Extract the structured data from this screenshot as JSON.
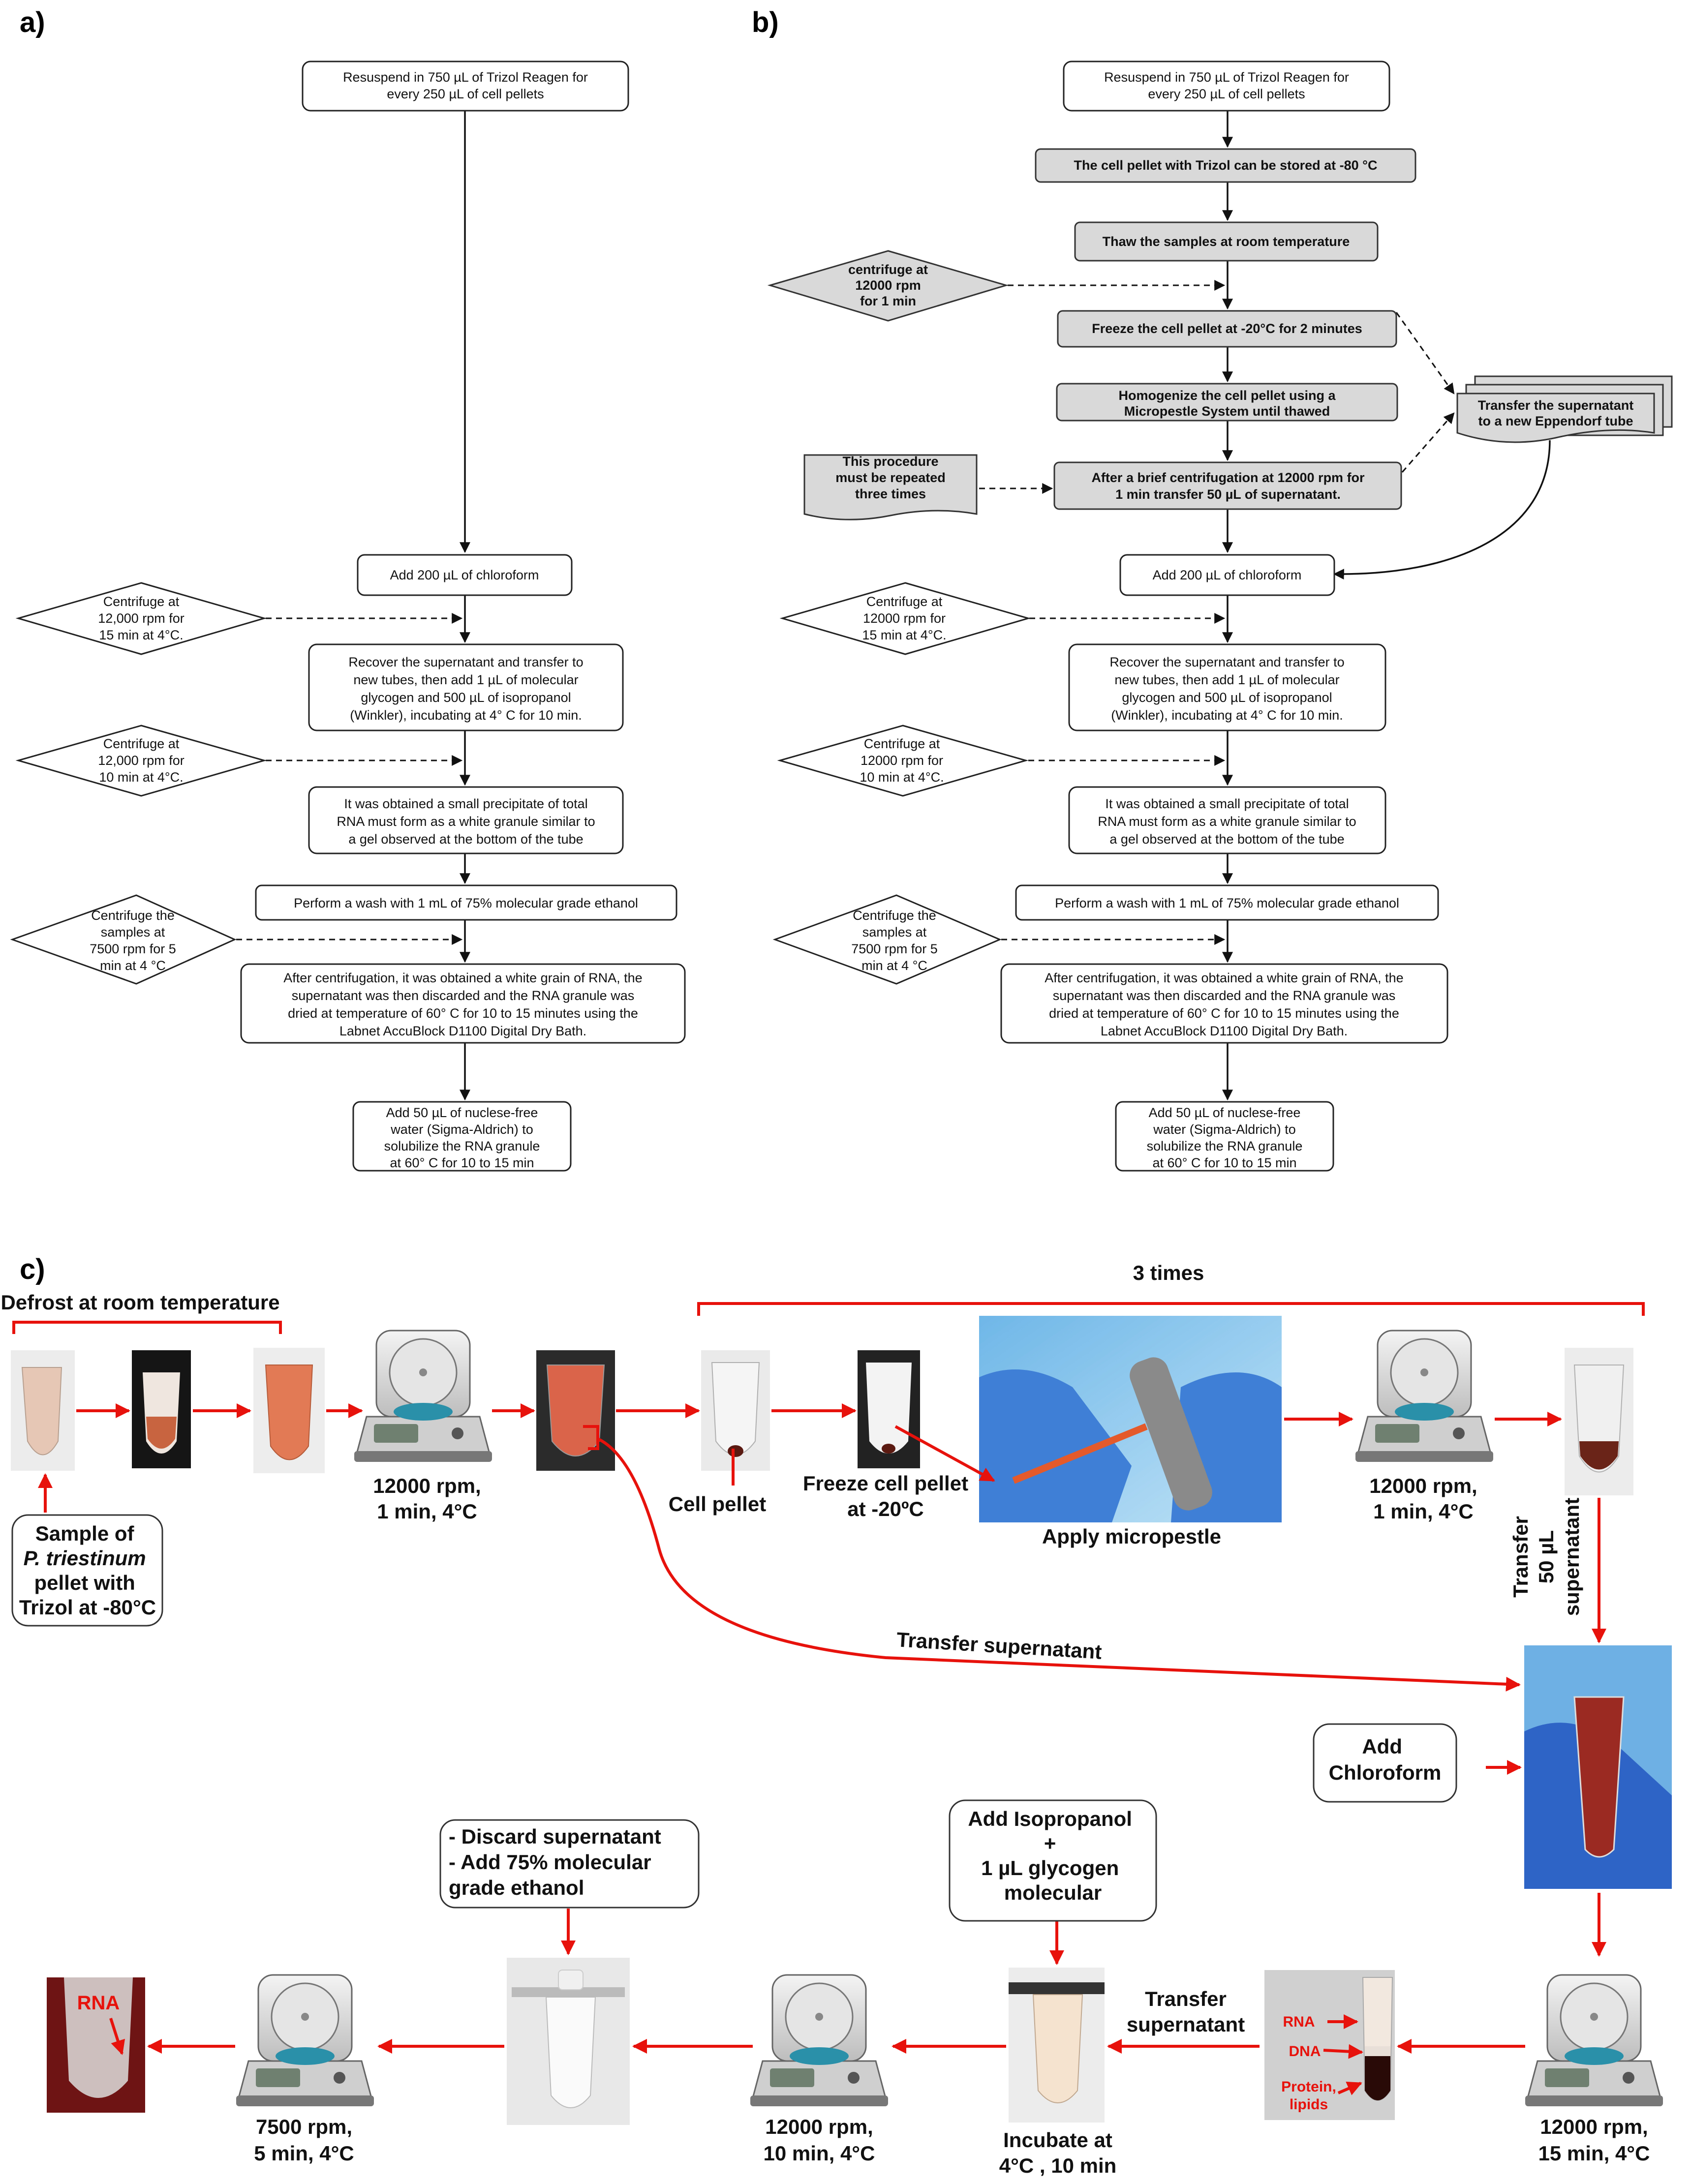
{
  "panel_labels": {
    "a": "a)",
    "b": "b)",
    "c": "c)"
  },
  "panel_a": {
    "s1": [
      "Resuspend in 750 µL of Trizol Reagen for",
      "every 250 µL of cell pellets"
    ],
    "s2": [
      "Add 200 µL of chloroform"
    ],
    "d1": [
      "Centrifuge at",
      "12,000 rpm for",
      "15 min at 4°C."
    ],
    "s3": [
      "Recover the supernatant and transfer to",
      "new tubes, then add 1 µL of molecular",
      "glycogen and 500 µL of isopropanol",
      "(Winkler), incubating at 4° C for 10 min."
    ],
    "d2": [
      "Centrifuge at",
      "12,000 rpm for",
      "10 min at 4°C."
    ],
    "s4": [
      "It was obtained a small precipitate of total",
      "RNA must form as a white granule similar to",
      "a gel observed at the bottom of the tube"
    ],
    "s5": [
      "Perform a wash with 1 mL of 75% molecular grade ethanol"
    ],
    "d3": [
      "Centrifuge the",
      "samples at",
      "7500 rpm for 5",
      "min at 4 °C"
    ],
    "s6": [
      "After centrifugation, it was obtained a white grain of RNA, the",
      "supernatant was then discarded and the RNA granule was",
      "dried at temperature of 60° C for 10 to 15 minutes using the",
      "Labnet AccuBlock D1100 Digital Dry Bath."
    ],
    "s7": [
      "Add 50 µL of nuclese-free",
      "water (Sigma-Aldrich) to",
      "solubilize the RNA granule",
      "at 60° C for 10 to 15 min"
    ]
  },
  "panel_b": {
    "s1": [
      "Resuspend in 750 µL of Trizol Reagen for",
      "every 250 µL of cell pellets"
    ],
    "g1": [
      "The cell pellet with Trizol can be stored at -80 °C"
    ],
    "g2": [
      "Thaw the samples at room temperature"
    ],
    "dg": [
      "centrifuge at",
      "12000 rpm",
      "for 1 min"
    ],
    "g3": [
      "Freeze the cell pellet at -20°C for 2 minutes"
    ],
    "g4": [
      "Homogenize the cell pellet using a",
      "Micropestle System until thawed"
    ],
    "note": [
      "This procedure",
      "must be repeated",
      "three times"
    ],
    "g5": [
      "After a brief centrifugation at 12000 rpm for",
      "1 min transfer 50 µL of supernatant."
    ],
    "doc": [
      "Transfer the supernatant",
      "to a new Eppendorf tube"
    ],
    "s2": [
      "Add 200 µL of chloroform"
    ],
    "d1": [
      "Centrifuge at",
      "12000 rpm for",
      "15 min at 4°C."
    ],
    "s3": [
      "Recover the supernatant and transfer to",
      "new tubes, then add 1 µL of molecular",
      "glycogen and 500 µL of isopropanol",
      "(Winkler), incubating at 4° C for 10 min."
    ],
    "d2": [
      "Centrifuge at",
      "12000 rpm for",
      "10 min at 4°C."
    ],
    "s4": [
      "It was obtained a small precipitate of total",
      "RNA must form as a white granule similar to",
      "a gel observed at the bottom of the tube"
    ],
    "s5": [
      "Perform a wash with 1 mL of 75% molecular grade ethanol"
    ],
    "d3": [
      "Centrifuge the",
      "samples at",
      "7500 rpm for 5",
      "min at 4 °C"
    ],
    "s6": [
      "After centrifugation, it was obtained a white grain of RNA, the",
      "supernatant was then discarded and the RNA granule was",
      "dried at temperature of 60° C for 10 to 15 minutes using the",
      "Labnet AccuBlock D1100 Digital Dry Bath."
    ],
    "s7": [
      "Add 50 µL of nuclese-free",
      "water (Sigma-Aldrich) to",
      "solubilize the RNA granule",
      "at 60° C for 10 to 15 min"
    ]
  },
  "panel_c": {
    "defrost": "Defrost at room temperature",
    "three_times": "3 times",
    "sample": [
      "Sample of",
      "P. triestinum",
      "pellet with",
      "Trizol at -80°C"
    ],
    "spin1": [
      "12000 rpm,",
      "1 min, 4°C"
    ],
    "cell_pellet": "Cell pellet",
    "freeze": [
      "Freeze cell pellet",
      "at -20ºC"
    ],
    "micropestle": "Apply micropestle",
    "spin2": [
      "12000 rpm,",
      "1 min, 4°C"
    ],
    "transfer50": [
      "Transfer",
      "50 µL",
      "supernatant"
    ],
    "transfer_super": "Transfer supernatant",
    "add_chloroform": [
      "Add",
      "Chloroform"
    ],
    "spin3": [
      "12000 rpm,",
      "15 min, 4°C"
    ],
    "phases": {
      "rna": "RNA",
      "dna": "DNA",
      "protein": [
        "Protein,",
        "lipids"
      ]
    },
    "transfer_super2": [
      "Transfer",
      "supernatant"
    ],
    "add_iso": [
      "Add Isopropanol",
      "+",
      "1 µL glycogen",
      "molecular"
    ],
    "incubate": [
      "Incubate at",
      "4°C , 10 min"
    ],
    "spin4": [
      "12000 rpm,",
      "10 min, 4°C"
    ],
    "discard": [
      "-  Discard supernatant",
      "-  Add 75% molecular",
      "grade ethanol"
    ],
    "spin5": [
      "7500 rpm,",
      "5 min, 4°C"
    ],
    "rna_label": "RNA"
  }
}
